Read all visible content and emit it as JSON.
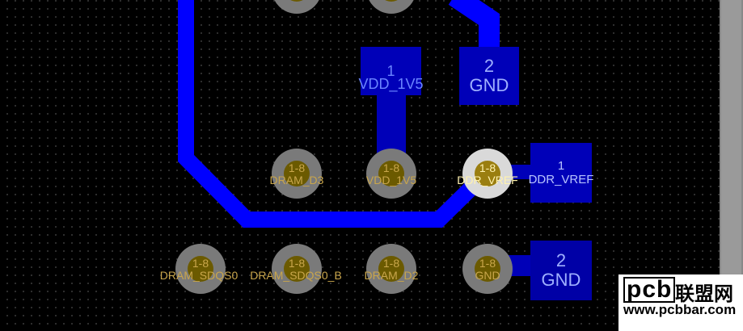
{
  "pads": [
    {
      "id": "pad-vdd",
      "num": "1",
      "net": "VDD_1V5"
    },
    {
      "id": "pad-gnd-top",
      "num": "2",
      "net": "GND"
    },
    {
      "id": "pad-ddr-vref",
      "num": "1",
      "net": "DDR_VREF"
    },
    {
      "id": "pad-gnd-bottom",
      "num": "2",
      "net": "GND"
    }
  ],
  "vias": [
    {
      "num": "1-8",
      "net": "DRAM_D3"
    },
    {
      "num": "1-8",
      "net": "VDD_1V5"
    },
    {
      "num": "1-8",
      "net": "DDR_VREF"
    },
    {
      "num": "1-8",
      "net": "DRAM_SDQS0"
    },
    {
      "num": "1-8",
      "net": "DRAM_SDQS0_B"
    },
    {
      "num": "1-8",
      "net": "DRAM_D2"
    },
    {
      "num": "1-8",
      "net": "GND"
    }
  ],
  "watermark": {
    "logo": "pcb",
    "cn": "联盟网",
    "url": "www.pcbbar.com"
  },
  "colors": {
    "trace": "#0000ff",
    "pad": "#0000b8",
    "pad_dark": "#0000a6",
    "via": "#7a7a7a",
    "via_highlight": "#d9d9d9",
    "label": "#c9a64c"
  }
}
